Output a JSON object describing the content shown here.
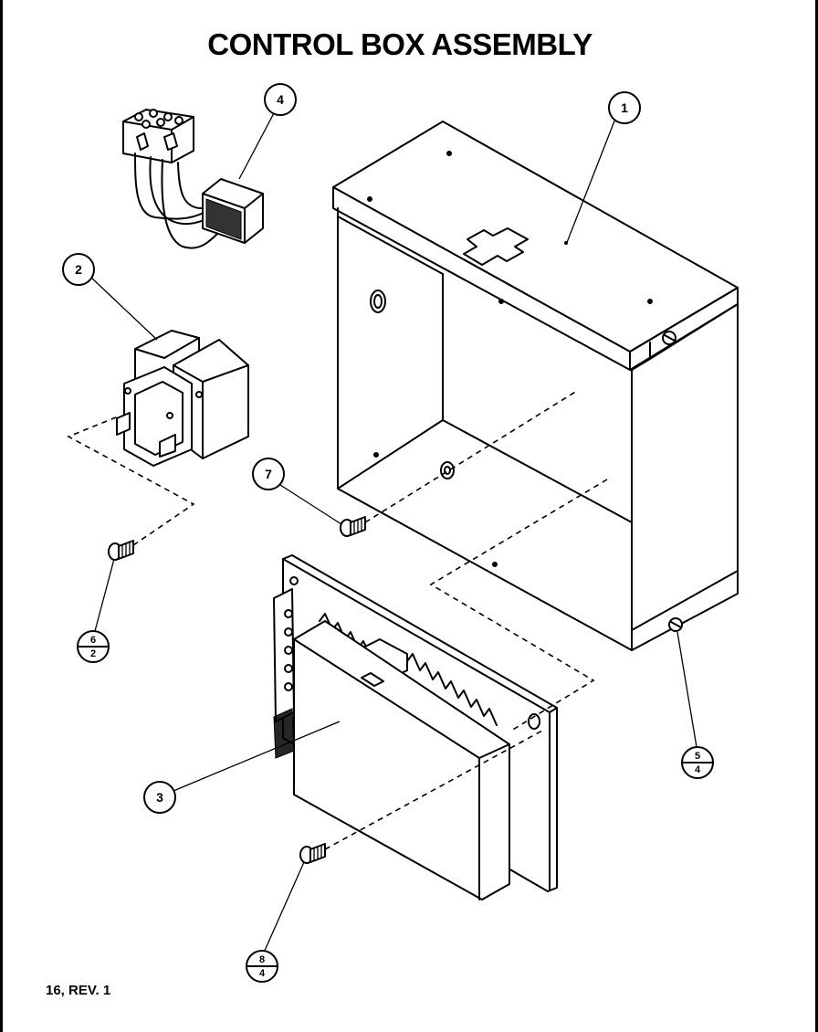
{
  "title": "CONTROL BOX ASSEMBLY",
  "footer": "16, REV. 1",
  "callouts": [
    {
      "id": "callout-1",
      "label": "1"
    },
    {
      "id": "callout-2",
      "label": "2"
    },
    {
      "id": "callout-3",
      "label": "3"
    },
    {
      "id": "callout-4",
      "label": "4"
    },
    {
      "id": "callout-7",
      "label": "7"
    }
  ],
  "split_callouts": [
    {
      "id": "callout-6-2",
      "top": "6",
      "bottom": "2"
    },
    {
      "id": "callout-5-4",
      "top": "5",
      "bottom": "4"
    },
    {
      "id": "callout-8-4",
      "top": "8",
      "bottom": "4"
    }
  ],
  "parts": [
    {
      "name": "control-box-housing",
      "callout": "1"
    },
    {
      "name": "transformer",
      "callout": "2"
    },
    {
      "name": "control-board",
      "callout": "3"
    },
    {
      "name": "wire-harness-plug",
      "callout": "4"
    },
    {
      "name": "screw",
      "callout": "7"
    }
  ]
}
